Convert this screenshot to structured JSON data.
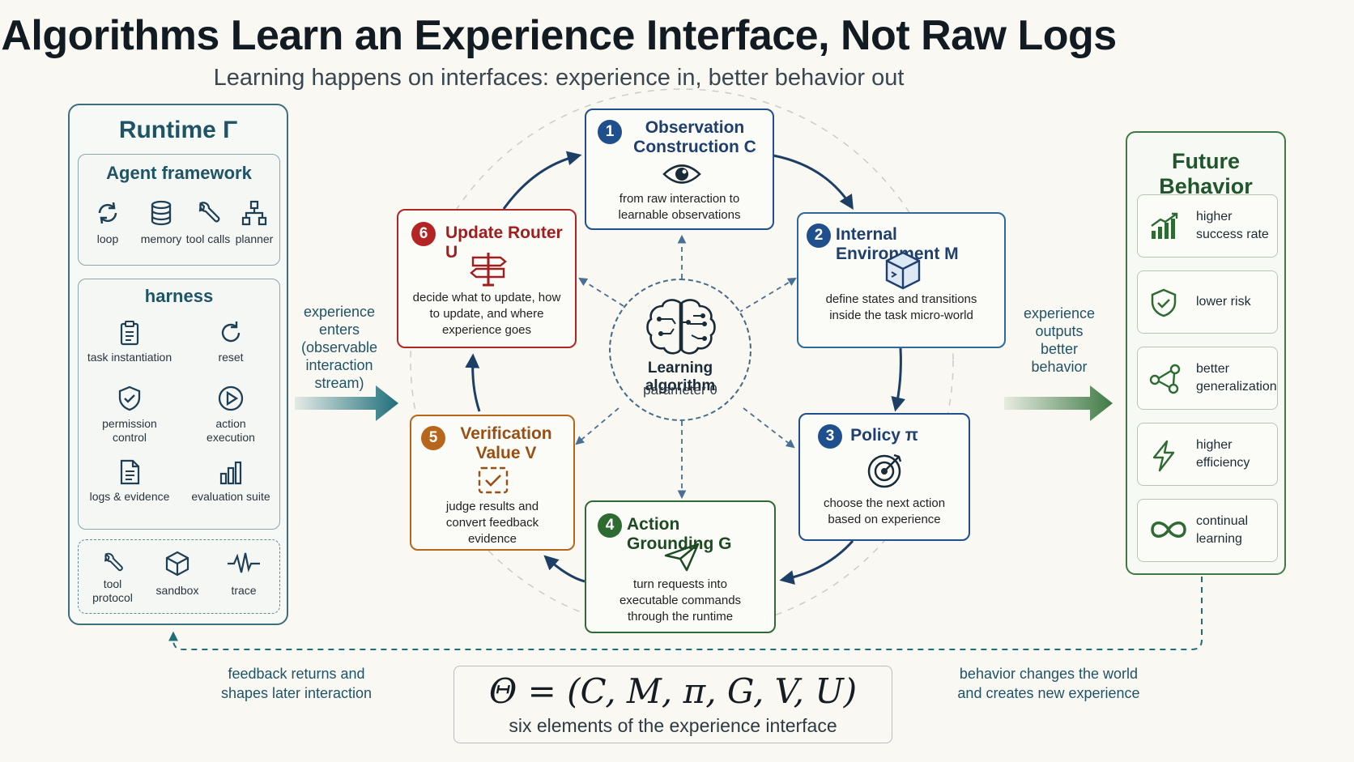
{
  "title": "Algorithms Learn an Experience Interface, Not Raw Logs",
  "subtitle": "Learning happens on interfaces: experience in, better behavior out",
  "runtime": {
    "title": "Runtime Γ",
    "framework": {
      "title": "Agent framework",
      "items": [
        "loop",
        "memory",
        "tool calls",
        "planner"
      ]
    },
    "harness": {
      "title": "harness",
      "items": [
        "task instantiation",
        "reset",
        "permission control",
        "action execution",
        "logs & evidence",
        "evaluation suite"
      ]
    },
    "infra": {
      "items": [
        "tool protocol",
        "sandbox",
        "trace"
      ]
    }
  },
  "input_label": "experience enters (observable interaction stream)",
  "output_label": "experience outputs better behavior",
  "center": {
    "title": "Learning algorithm",
    "param": "parameter θ"
  },
  "cards": [
    {
      "num": "1",
      "title": "Observation Construction C",
      "desc": "from raw interaction to learnable observations",
      "color": "#1f4f8c",
      "icon": "eye-icon"
    },
    {
      "num": "2",
      "title": "Internal Environment M",
      "desc": "define states and transitions inside the task micro-world",
      "color": "#1f4f8c",
      "icon": "cube-icon"
    },
    {
      "num": "3",
      "title": "Policy π",
      "desc": "choose the next action based on experience",
      "color": "#1f4f8c",
      "icon": "target-icon"
    },
    {
      "num": "4",
      "title": "Action Grounding G",
      "desc": "turn requests into executable commands through the runtime",
      "color": "#2e6b33",
      "icon": "send-icon"
    },
    {
      "num": "5",
      "title": "Verification Value V",
      "desc": "judge results and convert feedback evidence",
      "color": "#b8661c",
      "icon": "check-icon"
    },
    {
      "num": "6",
      "title": "Update Router U",
      "desc": "decide what to update, how to update, and where experience goes",
      "color": "#b32424",
      "icon": "signpost-icon"
    }
  ],
  "future": {
    "title": "Future Behavior",
    "items": [
      "higher success rate",
      "lower risk",
      "better generalization",
      "higher efficiency",
      "continual learning"
    ]
  },
  "formula": {
    "expr": "Θ = (C, M, π, G, V, U)",
    "caption": "six elements of the experience interface"
  },
  "feedback_note": "feedback returns and shapes later interaction",
  "world_note": "behavior changes the world and creates new experience",
  "colors": {
    "blue": "#1f4f8c",
    "red": "#b32424",
    "orange": "#b8661c",
    "green": "#2e6b33",
    "teal": "#1f6f7a"
  }
}
